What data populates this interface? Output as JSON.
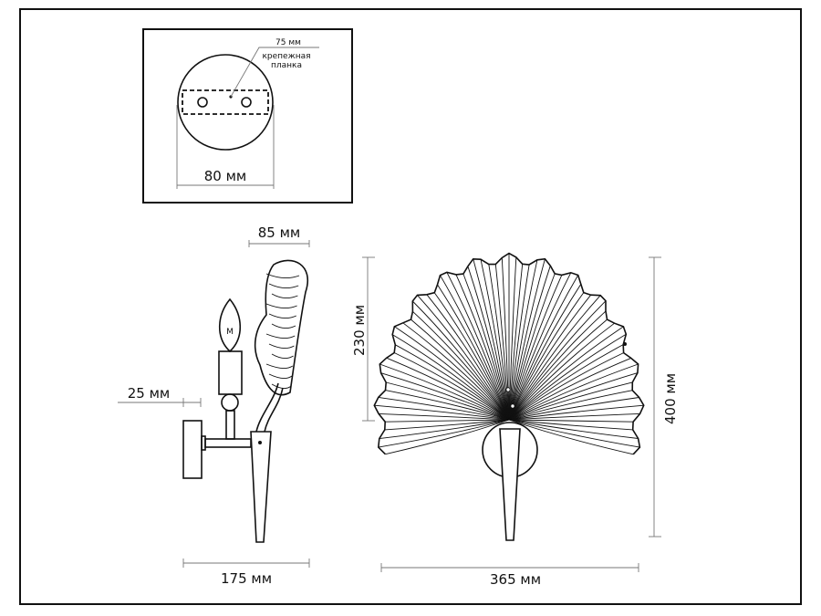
{
  "inset": {
    "plate_label": "75 мм",
    "note_line1": "крепежная",
    "note_line2": "планка",
    "width_label": "80 мм"
  },
  "side_view": {
    "depth_label": "85 мм",
    "offset_label": "25 мм",
    "width_label": "175 мм",
    "bulb_mark": "M"
  },
  "front_view": {
    "shade_height_label": "230 мм",
    "height_label": "400 мм",
    "width_label": "365 мм"
  }
}
